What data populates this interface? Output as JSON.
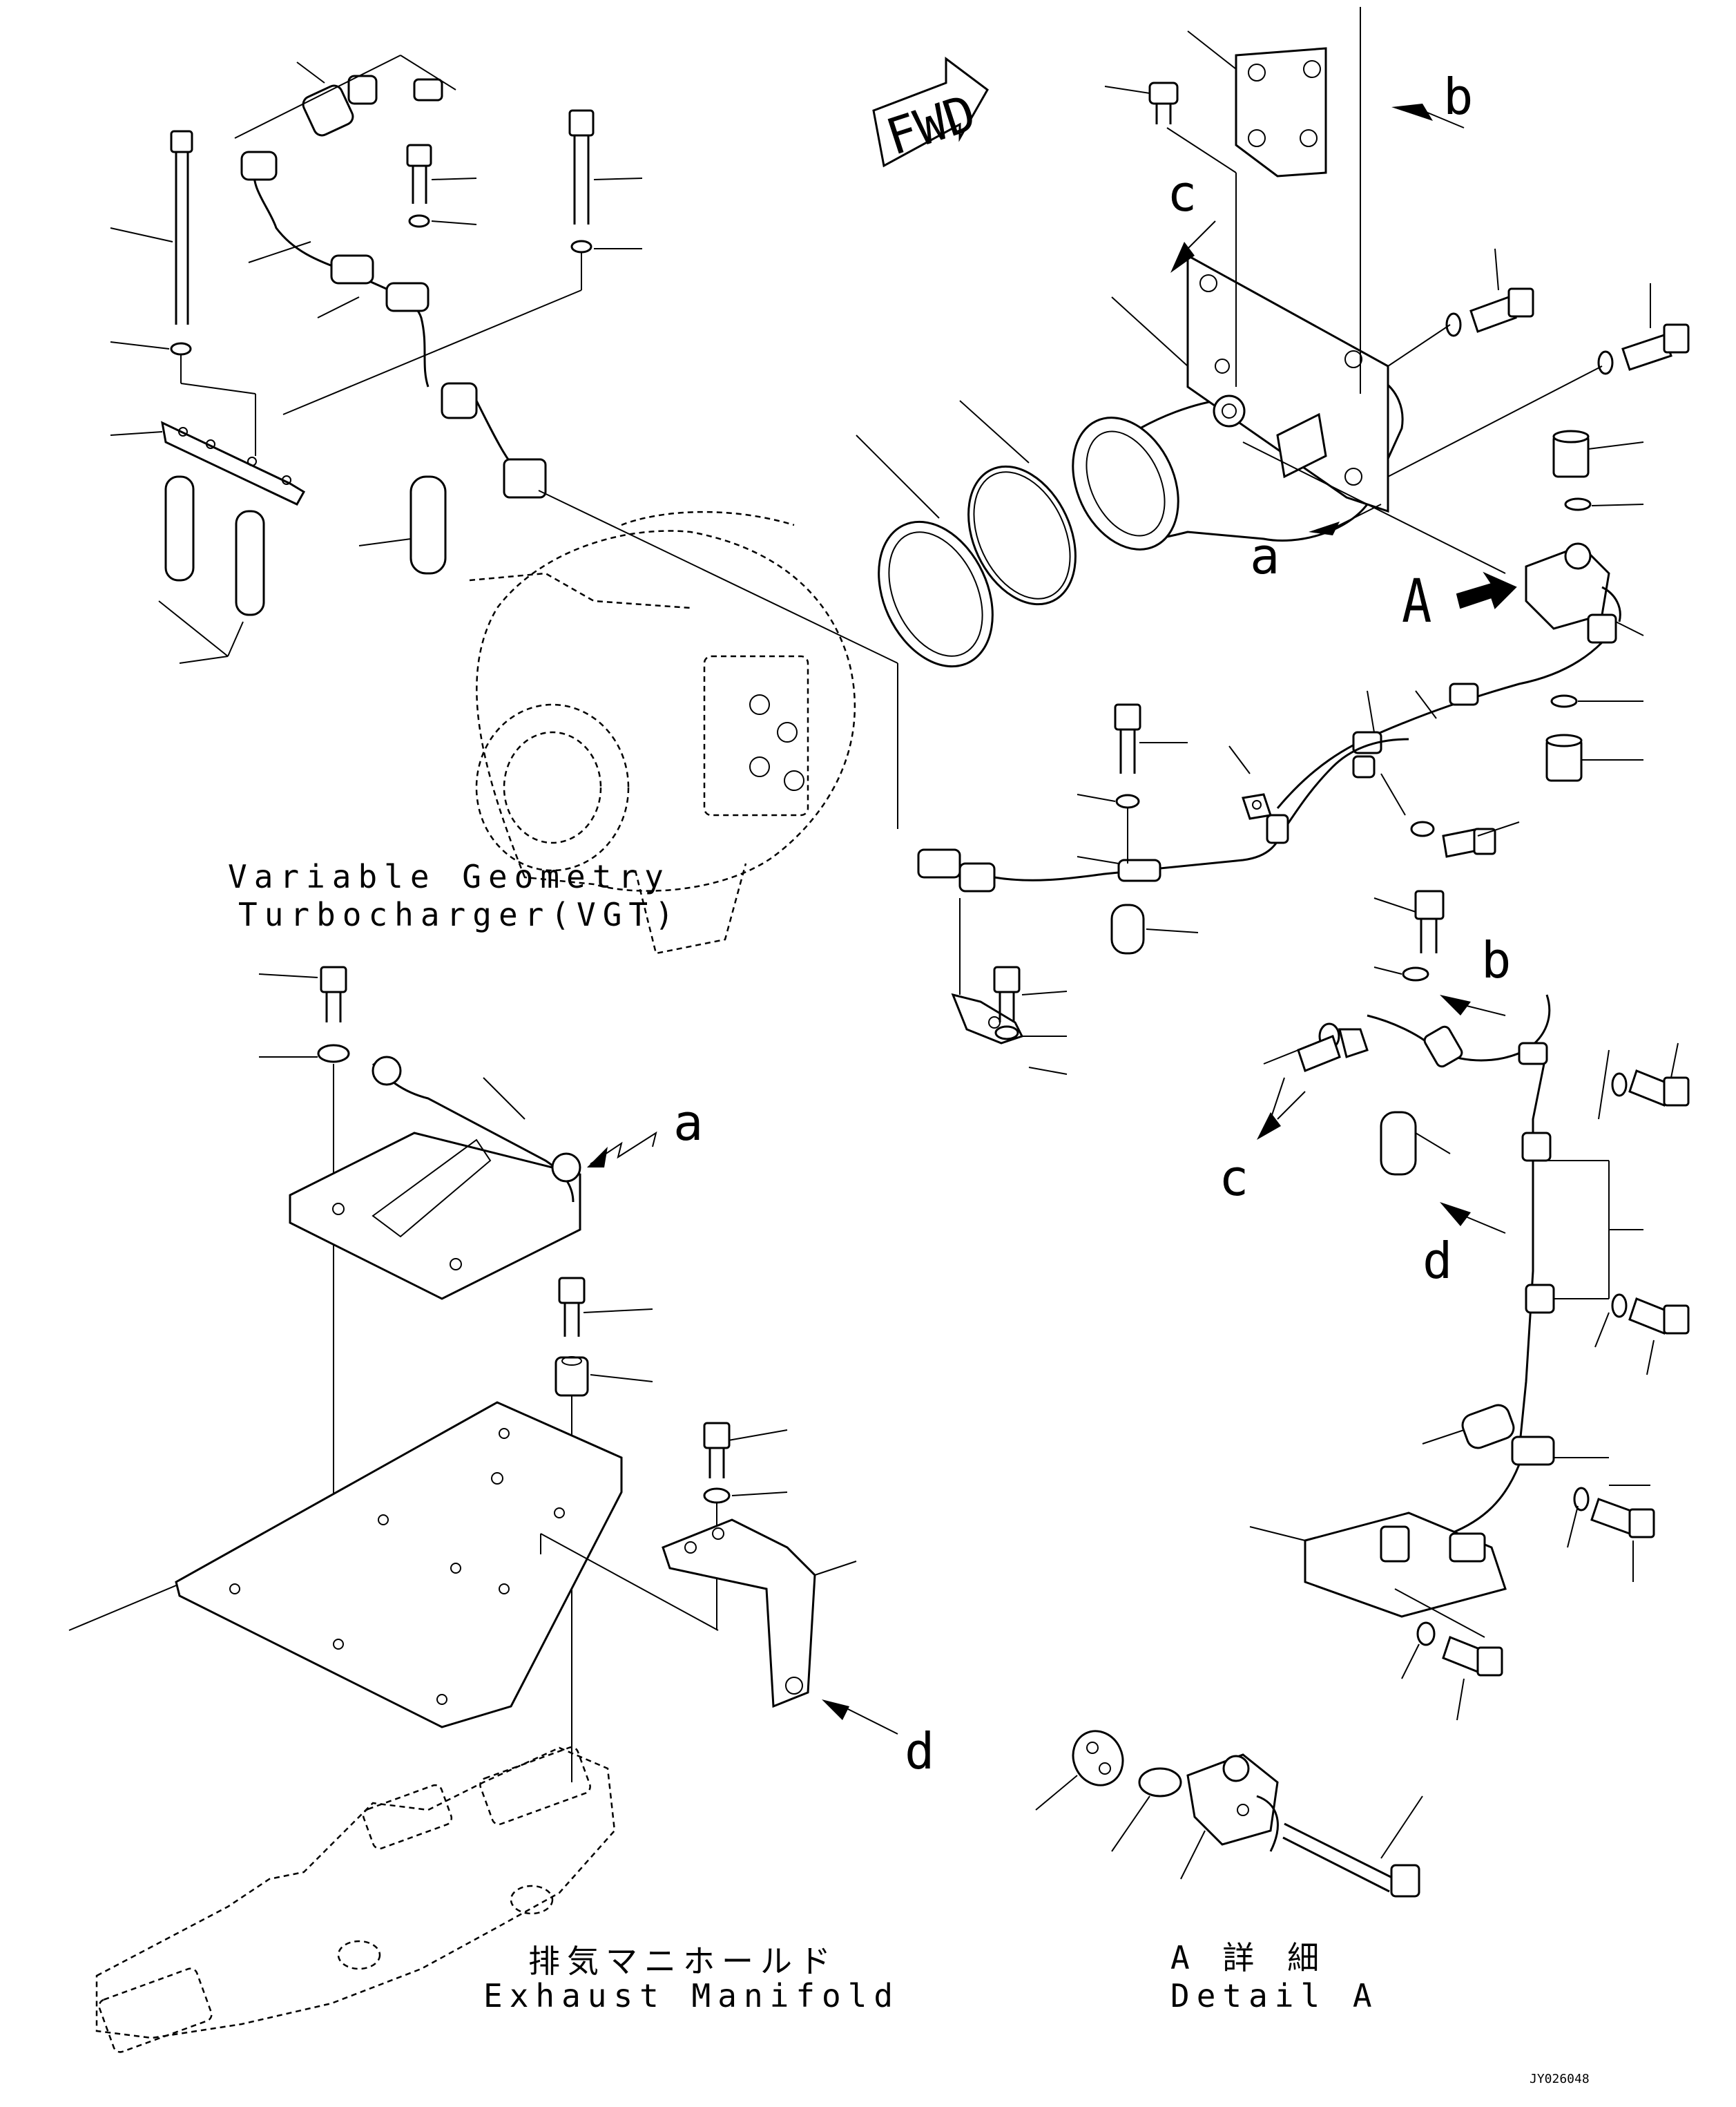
{
  "fwd_arrow": {
    "text": "FWD"
  },
  "view_letters": {
    "a1": "a",
    "a2": "a",
    "b1": "b",
    "b2": "b",
    "c1": "c",
    "c2": "c",
    "d1": "d",
    "d2": "d",
    "A": "A"
  },
  "captions": {
    "vgt_line1": "Variable Geometry",
    "vgt_line2": "Turbocharger(VGT)",
    "exhaust_jp": "排気マニホールド",
    "exhaust_en": "Exhaust Manifold",
    "detail_jp": "A 詳 細",
    "detail_en": "Detail A"
  },
  "drawing_code": "JY026048"
}
